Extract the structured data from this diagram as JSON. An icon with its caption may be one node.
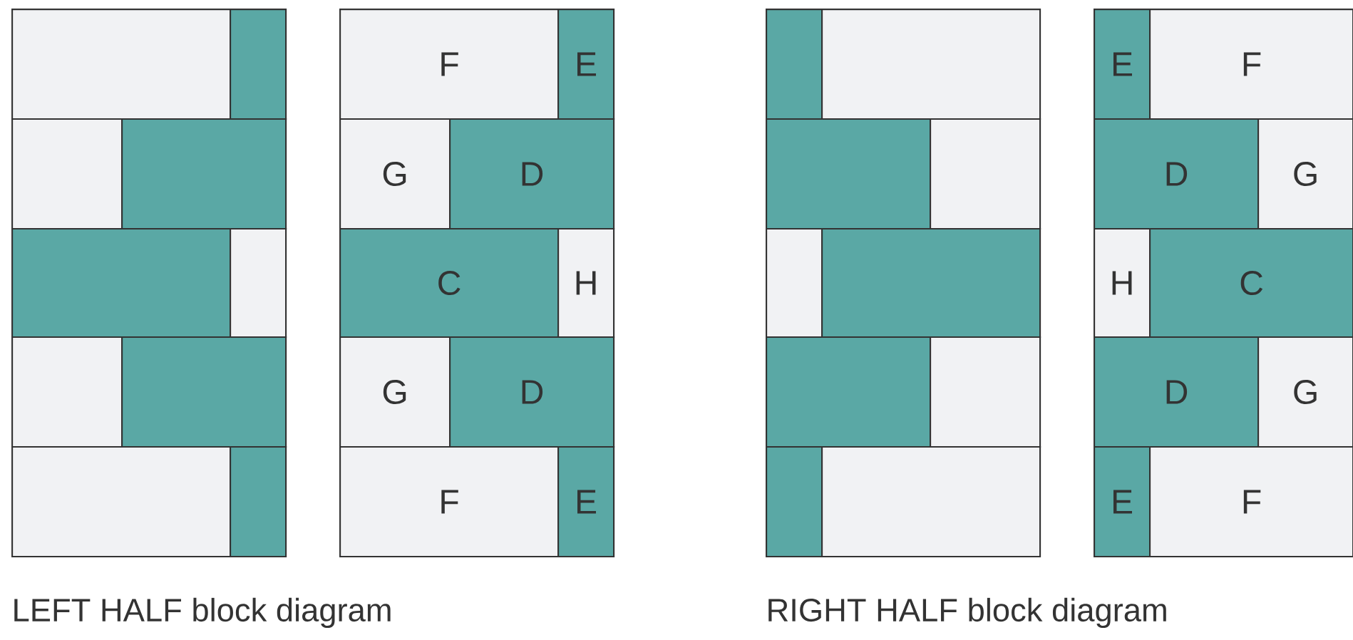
{
  "diagram": {
    "nodes": [
      {
        "text": [],
        "shape": "box"
      },
      {
        "text": [],
        "shape": "box"
      },
      {
        "text": [],
        "shape": "box"
      },
      {
        "text": [],
        "shape": "box"
      },
      {
        "text": [],
        "shape": "box"
      },
      {
        "text": [],
        "shape": "box"
      },
      {
        "text": [],
        "shape": "box"
      },
      {
        "text": [],
        "shape": "box"
      },
      {
        "text": [],
        "shape": "box"
      },
      {
        "text": [],
        "shape": "box"
      },
      {
        "text": [
          "F"
        ]
      },
      {
        "text": [
          "E"
        ]
      },
      {
        "text": [
          "G"
        ]
      },
      {
        "text": [
          "D"
        ]
      },
      {
        "text": [
          "C"
        ]
      },
      {
        "text": [
          "H"
        ]
      },
      {
        "text": [
          "G"
        ]
      },
      {
        "text": [
          "D"
        ]
      },
      {
        "text": [
          "F"
        ]
      },
      {
        "text": [
          "E"
        ]
      },
      {
        "text": [],
        "shape": "box"
      },
      {
        "text": [],
        "shape": "box"
      },
      {
        "text": [],
        "shape": "box"
      },
      {
        "text": [],
        "shape": "box"
      },
      {
        "text": [],
        "shape": "box"
      },
      {
        "text": [],
        "shape": "box"
      },
      {
        "text": [],
        "shape": "box"
      },
      {
        "text": [],
        "shape": "box"
      },
      {
        "text": [],
        "shape": "box"
      },
      {
        "text": [],
        "shape": "box"
      },
      {
        "text": [
          "E"
        ]
      },
      {
        "text": [
          "F"
        ]
      },
      {
        "text": [
          "D"
        ]
      },
      {
        "text": [
          "G"
        ]
      },
      {
        "text": [
          "H"
        ]
      },
      {
        "text": [
          "C"
        ]
      },
      {
        "text": [
          "D"
        ]
      },
      {
        "text": [
          "G"
        ]
      },
      {
        "text": [
          "E"
        ]
      },
      {
        "text": [
          "F"
        ]
      }
    ],
    "labels": [
      "LEFT HALF block diagram",
      "RIGHT HALF block diagram"
    ]
  }
}
